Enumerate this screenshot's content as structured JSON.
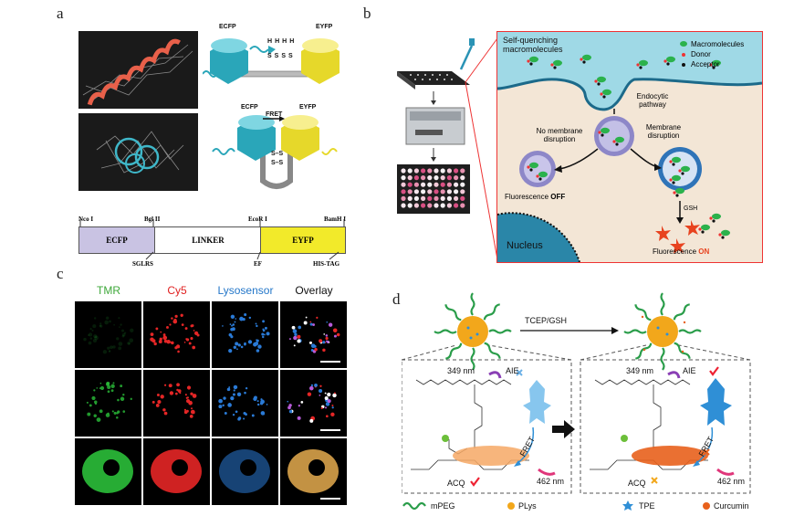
{
  "panels": {
    "a": "a",
    "b": "b",
    "c": "c",
    "d": "d"
  },
  "panel_a": {
    "top": {
      "left_protein": "ECFP",
      "right_protein": "EYFP",
      "thiols": [
        "S",
        "S",
        "S",
        "S"
      ],
      "hs": [
        "H",
        "H",
        "H",
        "H"
      ]
    },
    "bottom": {
      "left_protein": "ECFP",
      "right_protein": "EYFP",
      "fret": "FRET",
      "disulfide_1": "S–S",
      "disulfide_2": "S–S"
    },
    "construct": {
      "sites": [
        "Nco I",
        "Bgl II",
        "EcoR I",
        "BamH I"
      ],
      "segments": [
        "ECFP",
        "LINKER",
        "EYFP"
      ],
      "below": [
        "SGLRS",
        "EF",
        "HIS-TAG"
      ]
    }
  },
  "panel_b": {
    "title": "Self-quenching macromolecules",
    "legend": [
      "Macromolecules",
      "Donor",
      "Acceptor"
    ],
    "endocytic": "Endocytic pathway",
    "no_disruption": "No membrane disruption",
    "disruption": "Membrane disruption",
    "off_prefix": "Fluorescence ",
    "off": "OFF",
    "on_prefix": "Fluorescence ",
    "on": "ON",
    "gsh": "GSH",
    "nucleus": "Nucleus",
    "colors": {
      "bg": "#f3e6d6",
      "cell_top": "#8fd3e3",
      "nucleus": "#2a93b5",
      "on": "#e8431f"
    }
  },
  "panel_c": {
    "headers": [
      "TMR",
      "Cy5",
      "Lysosensor",
      "Overlay"
    ],
    "header_colors": [
      "#3ea83a",
      "#e02020",
      "#2477c9",
      "#111111"
    ]
  },
  "panel_d": {
    "arrow_label": "TCEP/GSH",
    "left": {
      "nm_top": "349 nm",
      "aie": "AIE",
      "fret": "FRET",
      "acq": "ACQ",
      "nm_bottom": "462 nm"
    },
    "right": {
      "nm_top": "349 nm",
      "aie": "AIE",
      "fret": "FRET",
      "acq": "ACQ",
      "nm_bottom": "462 nm"
    },
    "legend": [
      "mPEG",
      "PLys",
      "TPE",
      "Curcumin"
    ],
    "colors": {
      "peg": "#2a9d4a",
      "plys": "#f2a71b",
      "tpe": "#2f8fd6",
      "curcumin": "#e8611c"
    }
  }
}
